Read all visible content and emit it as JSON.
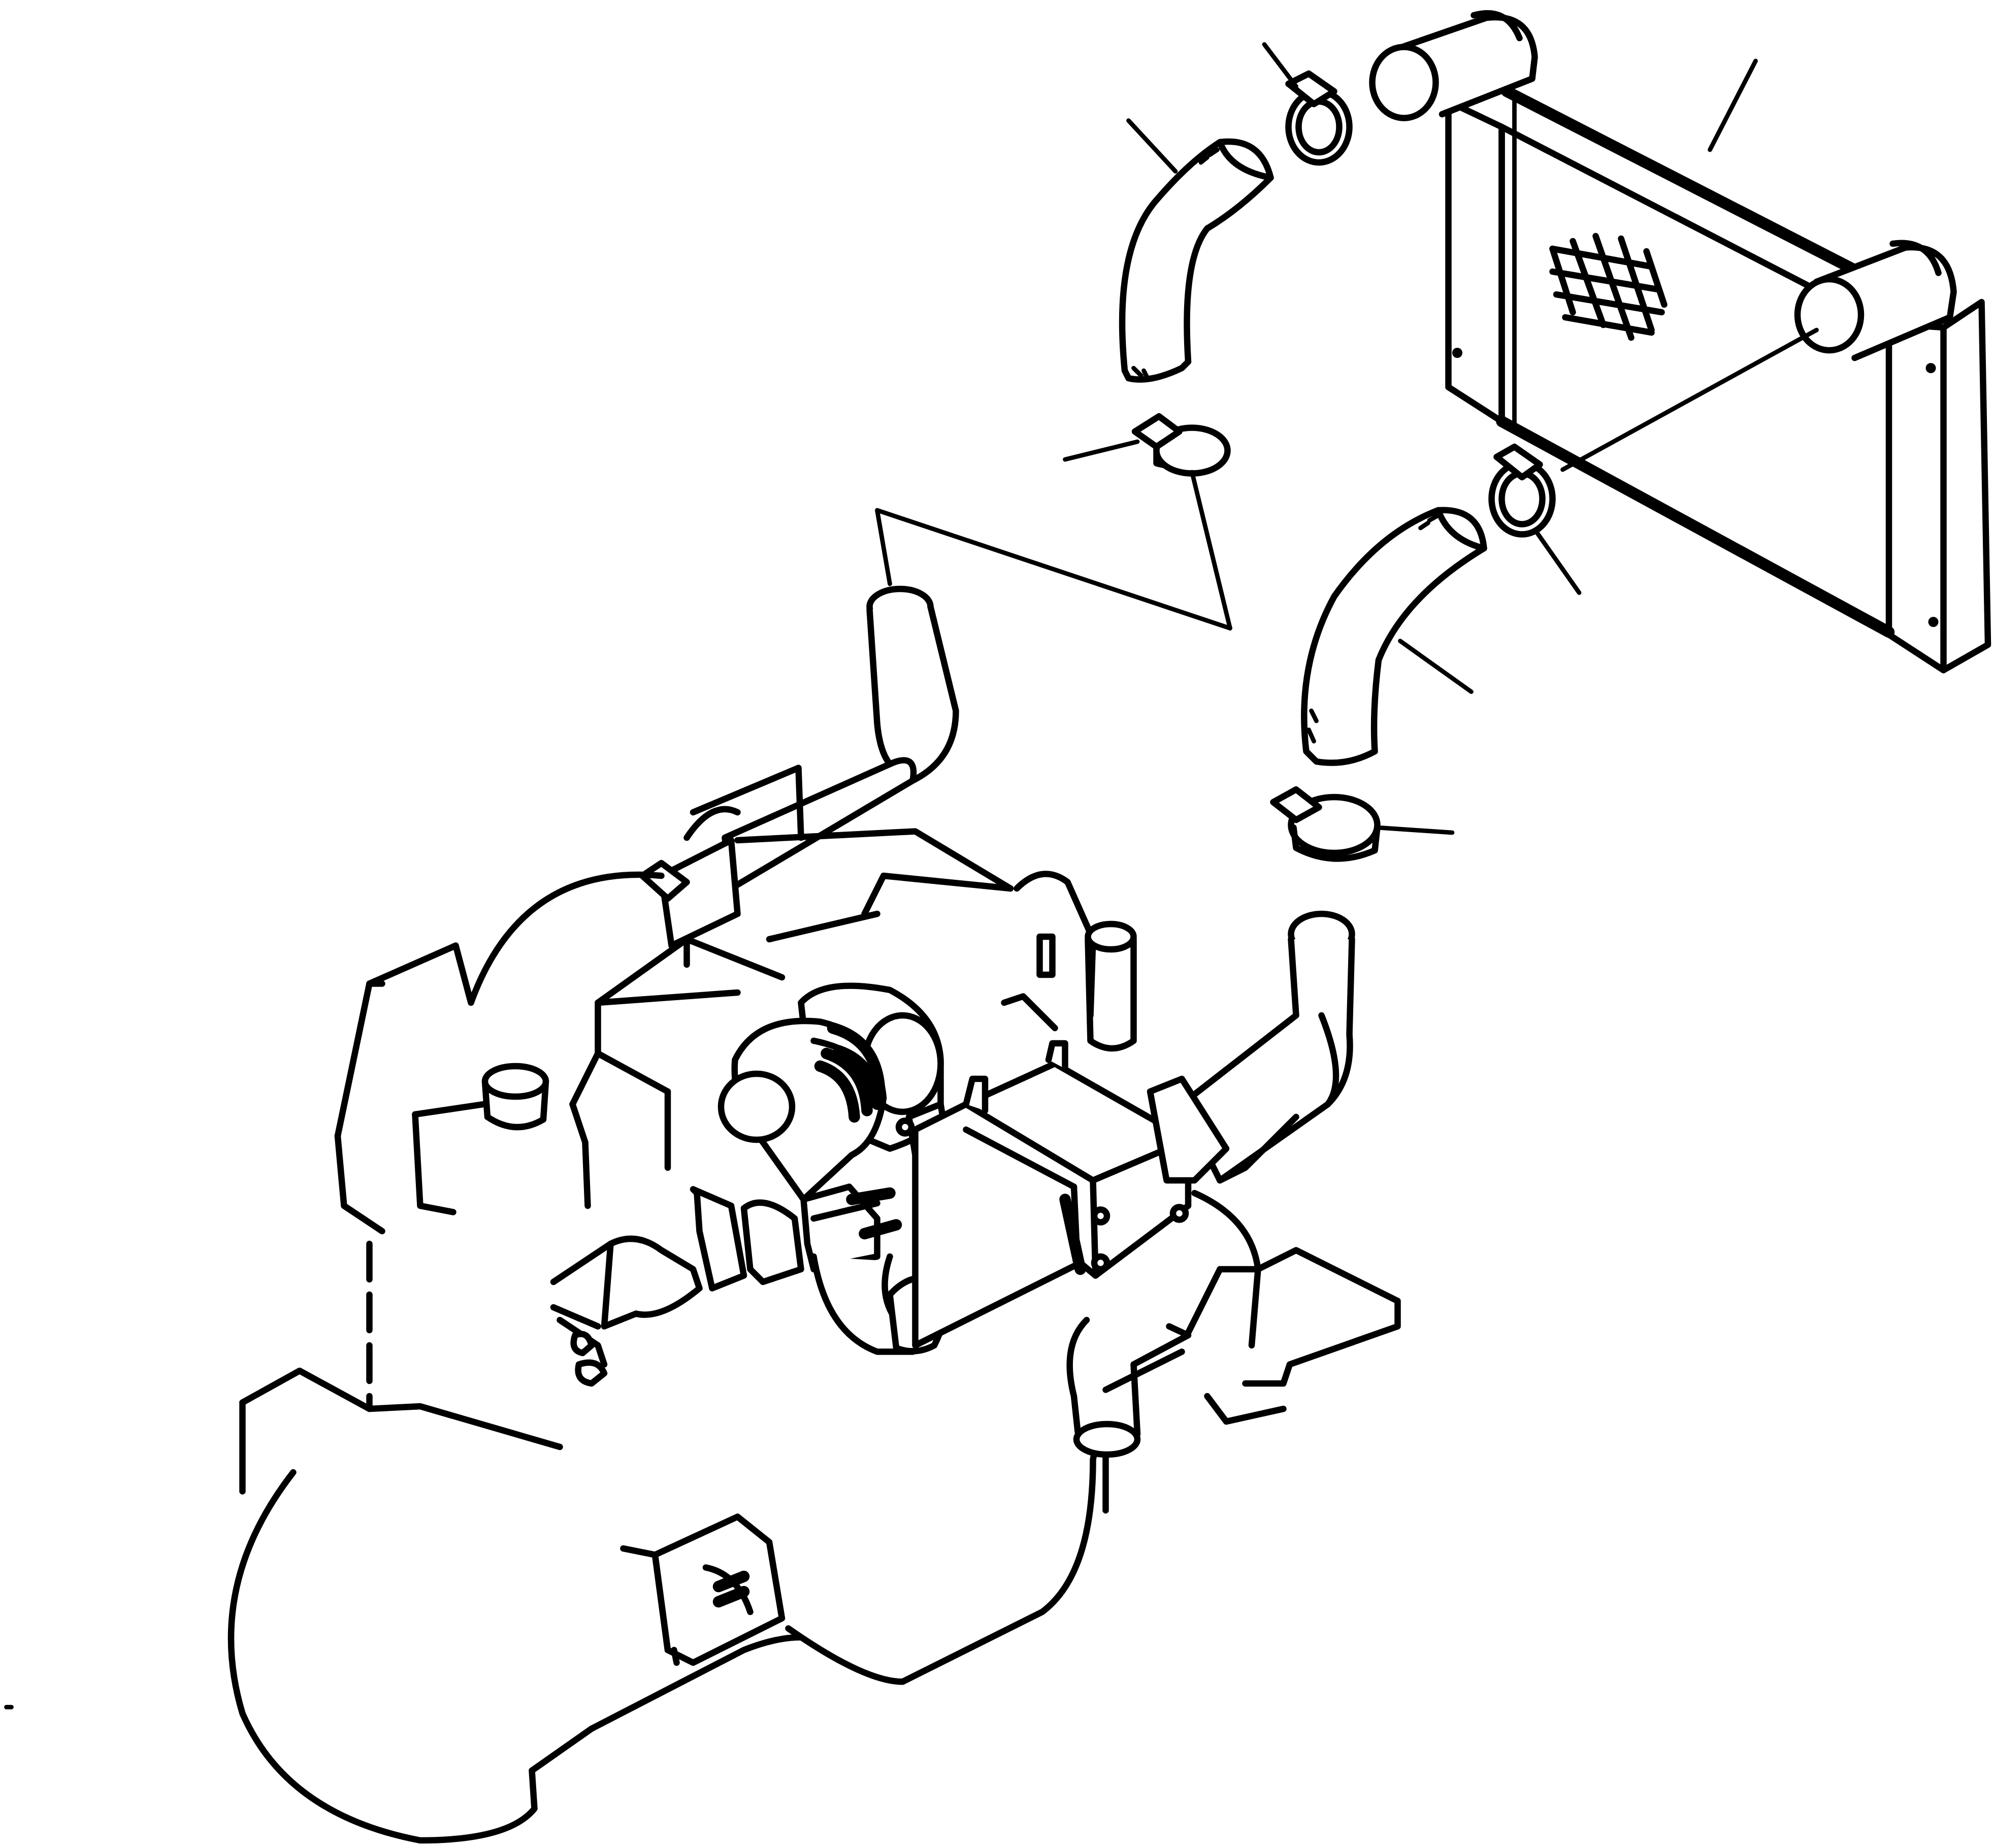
{
  "diagram": {
    "parts": [
      {
        "id": "aftercooler-core",
        "icon": "heat-exchanger-icon"
      },
      {
        "id": "upper-hose",
        "icon": "hose-icon"
      },
      {
        "id": "upper-hose-clamp",
        "icon": "clamp-icon"
      },
      {
        "id": "upper-tube-clamp",
        "icon": "clamp-icon"
      },
      {
        "id": "lower-hose",
        "icon": "hose-icon"
      },
      {
        "id": "lower-hose-clamp",
        "icon": "clamp-icon"
      },
      {
        "id": "lower-tube-clamp",
        "icon": "clamp-icon"
      },
      {
        "id": "turbocharger",
        "icon": "turbocharger-icon"
      },
      {
        "id": "engine-block",
        "icon": "engine-icon"
      }
    ],
    "leader_count": 7,
    "colors": {
      "line": "#000000",
      "background": "#ffffff"
    }
  }
}
